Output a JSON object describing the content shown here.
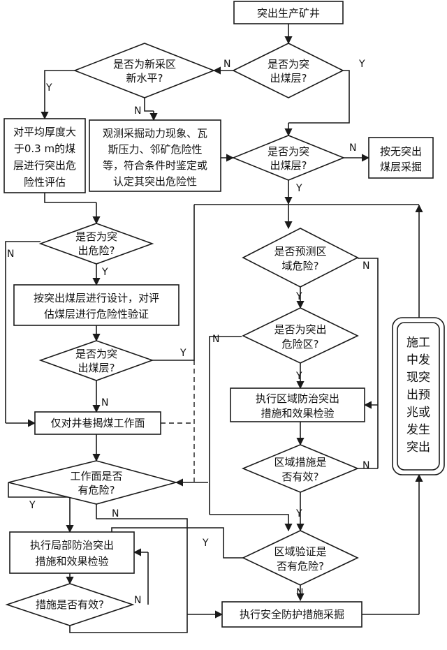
{
  "nodes": {
    "start": "突出生产矿井",
    "d_outburst_seam_1": [
      "是否为突",
      "出煤层?"
    ],
    "d_new_area": [
      "是否为新采区",
      "新水平?"
    ],
    "p_evaluate": [
      "对平均厚度大",
      "于0.3 m的煤",
      "层进行突出危",
      "险性评估"
    ],
    "p_observe": [
      "观测采掘动力现象、瓦",
      "斯压力、邻矿危险性",
      "等，符合条件时鉴定或",
      "认定其突出危险性"
    ],
    "d_outburst_seam_2": [
      "是否为突",
      "出煤层?"
    ],
    "p_no_outburst": [
      "按无突出",
      "煤层采掘"
    ],
    "d_outburst_danger": [
      "是否为突",
      "出危险?"
    ],
    "p_design": [
      "按突出煤层进行设计，对评",
      "估煤层进行危险性验证"
    ],
    "d_outburst_seam_3": [
      "是否为突",
      "出煤层?"
    ],
    "p_face_only": "仅对井巷揭煤工作面",
    "d_face_danger": [
      "工作面是否",
      "有危险?"
    ],
    "p_local_measures": [
      "执行局部防治突出",
      "措施和效果检验"
    ],
    "d_measures_effective": "措施是否有效?",
    "d_predict_region": [
      "是否预测区",
      "域危险?"
    ],
    "d_danger_zone": [
      "是否为突出",
      "危险区?"
    ],
    "p_region_measures": [
      "执行区域防治突出",
      "措施和效果检验"
    ],
    "d_region_effective": [
      "区域措施是",
      "否有效?"
    ],
    "d_verify_danger": [
      "区域验证是",
      "否有危险?"
    ],
    "p_safety": "执行安全防护措施采掘",
    "side_box": [
      "施工",
      "中发",
      "现突",
      "出预",
      "兆或",
      "发生",
      "突出"
    ]
  },
  "labels": {
    "yes": "Y",
    "no": "N"
  }
}
